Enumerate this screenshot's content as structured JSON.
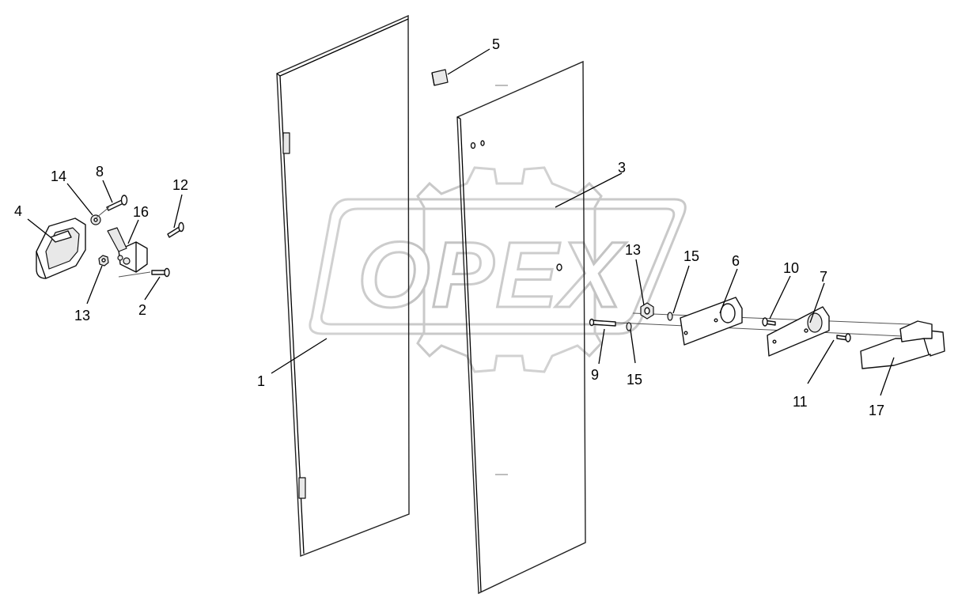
{
  "watermark": {
    "brand": "OPEX"
  },
  "callouts": [
    {
      "id": "1",
      "label": "1"
    },
    {
      "id": "2",
      "label": "2"
    },
    {
      "id": "3",
      "label": "3"
    },
    {
      "id": "4",
      "label": "4"
    },
    {
      "id": "5",
      "label": "5"
    },
    {
      "id": "6",
      "label": "6"
    },
    {
      "id": "7",
      "label": "7"
    },
    {
      "id": "8",
      "label": "8"
    },
    {
      "id": "9",
      "label": "9"
    },
    {
      "id": "10",
      "label": "10"
    },
    {
      "id": "11",
      "label": "11"
    },
    {
      "id": "12",
      "label": "12"
    },
    {
      "id": "13a",
      "label": "13"
    },
    {
      "id": "13b",
      "label": "13"
    },
    {
      "id": "14",
      "label": "14"
    },
    {
      "id": "15a",
      "label": "15"
    },
    {
      "id": "15b",
      "label": "15"
    },
    {
      "id": "16",
      "label": "16"
    },
    {
      "id": "17",
      "label": "17"
    }
  ]
}
